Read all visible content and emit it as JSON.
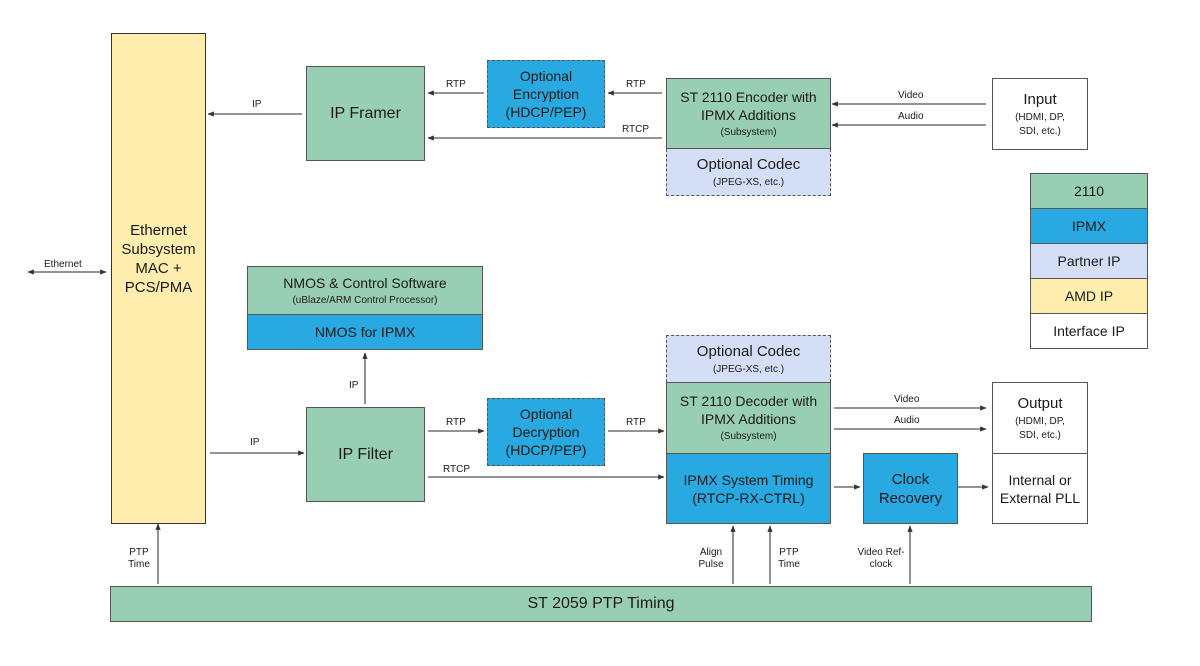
{
  "colors": {
    "2110": "#98cfb3",
    "ipmx": "#29a9e1",
    "partner_ip": "#d4dff7",
    "amd_ip": "#feedad",
    "interface_ip": "#ffffff",
    "line": "#555555"
  },
  "blocks": {
    "ethernet_subsystem": {
      "title": "Ethernet Subsystem MAC + PCS/PMA"
    },
    "ip_framer": {
      "title": "IP Framer"
    },
    "optional_encryption": {
      "title": "Optional Encryption (HDCP/PEP)"
    },
    "encoder": {
      "title": "ST 2110 Encoder with IPMX Additions",
      "subtitle": "(Subsystem)"
    },
    "encoder_codec": {
      "title": "Optional Codec",
      "subtitle": "(JPEG-XS, etc.)"
    },
    "input": {
      "title": "Input",
      "subtitle": "(HDMI, DP, SDI, etc.)"
    },
    "nmos_control": {
      "title": "NMOS & Control Software",
      "subtitle": "(uBlaze/ARM Control Processor)"
    },
    "nmos_ipmx": {
      "title": "NMOS for IPMX"
    },
    "ip_filter": {
      "title": "IP Filter"
    },
    "optional_decryption": {
      "title": "Optional Decryption (HDCP/PEP)"
    },
    "decoder_codec": {
      "title": "Optional Codec",
      "subtitle": "(JPEG-XS, etc.)"
    },
    "decoder": {
      "title": "ST 2110 Decoder with IPMX Additions",
      "subtitle": "(Subsystem)"
    },
    "ipmx_timing": {
      "title": "IPMX System Timing",
      "subtitle": "(RTCP-RX-CTRL)"
    },
    "clock_recovery": {
      "title": "Clock Recovery"
    },
    "output": {
      "title": "Output",
      "subtitle": "(HDMI, DP, SDI, etc.)"
    },
    "pll": {
      "title": "Internal or External PLL"
    },
    "ptp_timing": {
      "title": "ST 2059 PTP Timing"
    }
  },
  "labels": {
    "ethernet": "Ethernet",
    "ip_tx": "IP",
    "rtp_tx_1": "RTP",
    "rtp_tx_2": "RTP",
    "rtcp_tx": "RTCP",
    "video_in": "Video",
    "audio_in": "Audio",
    "ip_nmos": "IP",
    "ip_rx": "IP",
    "rtp_rx_1": "RTP",
    "rtp_rx_2": "RTP",
    "rtcp_rx": "RTCP",
    "video_out": "Video",
    "audio_out": "Audio",
    "ptp_time_eth": "PTP Time",
    "align_pulse": "Align Pulse",
    "ptp_time_timing": "PTP Time",
    "video_refclock": "Video Ref-clock"
  },
  "legend": [
    {
      "label": "2110",
      "color": "#98cfb3"
    },
    {
      "label": "IPMX",
      "color": "#29a9e1"
    },
    {
      "label": "Partner IP",
      "color": "#d4dff7"
    },
    {
      "label": "AMD IP",
      "color": "#feedad"
    },
    {
      "label": "Interface IP",
      "color": "#ffffff"
    }
  ]
}
